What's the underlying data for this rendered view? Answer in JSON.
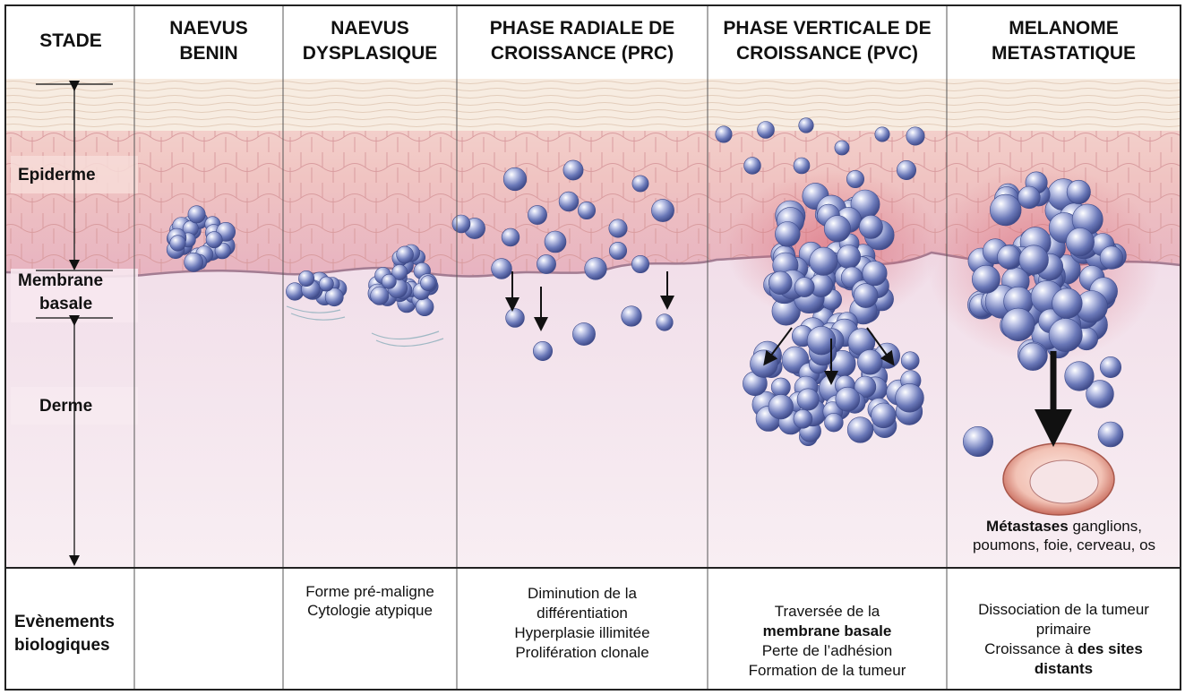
{
  "header": {
    "stage_label": "STADE",
    "columns": [
      {
        "id": "naevus-benin",
        "title": "NAEVUS\nBENIN"
      },
      {
        "id": "naevus-dysplasique",
        "title": "NAEVUS\nDYSPLASIQUE"
      },
      {
        "id": "prc",
        "title": "PHASE RADIALE DE\nCROISSANCE (PRC)"
      },
      {
        "id": "pvc",
        "title": "PHASE VERTICALE DE\nCROISSANCE (PVC)"
      },
      {
        "id": "metastatique",
        "title": "MELANOME\nMETASTATIQUE"
      }
    ]
  },
  "layers": {
    "epiderme": "Epiderme",
    "membrane_line1": "Membrane",
    "membrane_line2": "basale",
    "derme": "Derme"
  },
  "metastases": {
    "bold": "Métastases",
    "line1_rest": " ganglions,",
    "line2": "poumons, foie, cerveau, os"
  },
  "events": {
    "row_label_line1": "Evènements",
    "row_label_line2": "biologiques",
    "dysplasique": [
      "Forme pré-maligne",
      "Cytologie atypique"
    ],
    "prc": [
      "Diminution de la",
      "différentiation",
      "Hyperplasie illimitée",
      "Prolifération clonale"
    ],
    "pvc": {
      "line1": "Traversée de la",
      "line2_bold": "membrane basale",
      "line3": "Perte de l’adhésion",
      "line4": "Formation de la tumeur"
    },
    "metastatique": {
      "line1": "Dissociation de la tumeur",
      "line2": "primaire",
      "line3_prefix": "Croissance à ",
      "line3_bold": "des sites",
      "line4_bold": "distants"
    }
  },
  "colors": {
    "cell_fill": "#6a78b8",
    "epidermis": "#f1c8c6",
    "dermis": "#efdbe6",
    "stratum_corneum": "#f8ece0",
    "border": "#222222"
  }
}
